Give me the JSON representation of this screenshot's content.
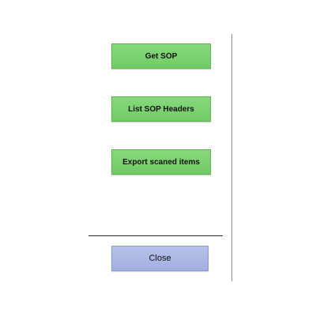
{
  "actions": {
    "get_sop_label": "Get SOP",
    "list_sop_headers_label": "List SOP Headers",
    "export_scanned_items_label": "Export scaned items"
  },
  "footer": {
    "close_label": "Close"
  },
  "colors": {
    "action_button": "#79d16d",
    "close_button": "#aab5e3",
    "divider": "#8c8c8c"
  }
}
